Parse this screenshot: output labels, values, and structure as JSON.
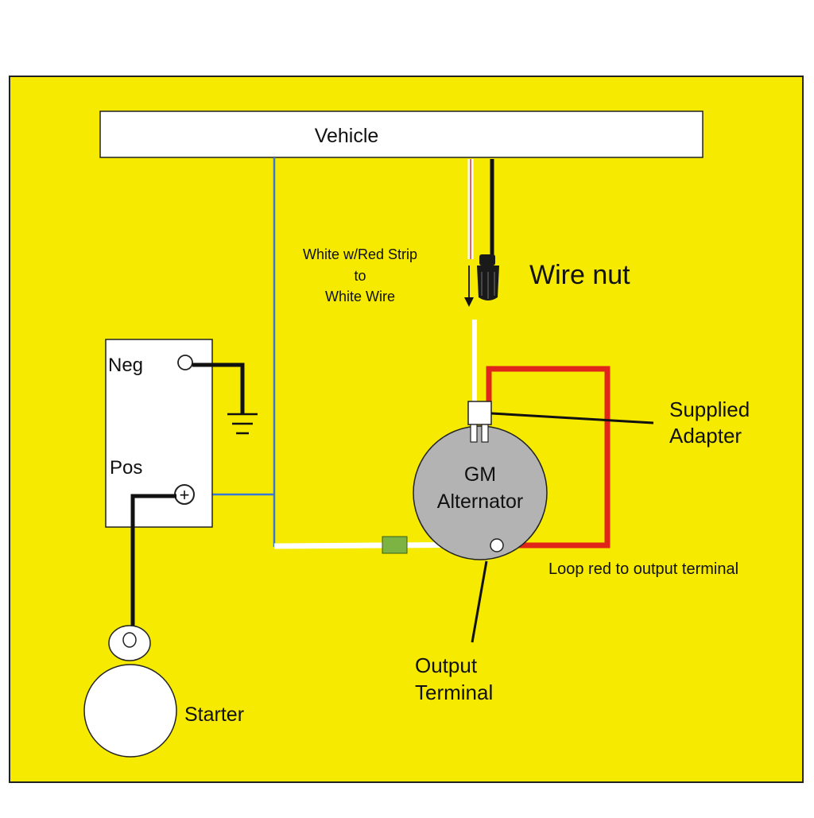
{
  "diagram": {
    "labels": {
      "vehicle": "Vehicle",
      "strip_line1": "White w/Red Strip",
      "strip_line2": "to",
      "strip_line3": "White Wire",
      "wire_nut": "Wire nut",
      "neg": "Neg",
      "pos": "Pos",
      "plus_symbol": "+",
      "supplied_line1": "Supplied",
      "supplied_line2": "Adapter",
      "gm_line1": "GM",
      "gm_line2": "Alternator",
      "loop_red": "Loop red to output terminal",
      "output_line1": "Output",
      "output_line2": "Terminal",
      "starter": "Starter"
    },
    "colors": {
      "background": "#f5ea00",
      "border": "#222222",
      "box_fill": "#ffffff",
      "blue_wire": "#3a78d6",
      "red_wire": "#e0261b",
      "black_wire": "#111111",
      "white_wire": "#ffffff",
      "alternator_fill": "#b3b3b3",
      "connector_green": "#7cb342"
    }
  }
}
